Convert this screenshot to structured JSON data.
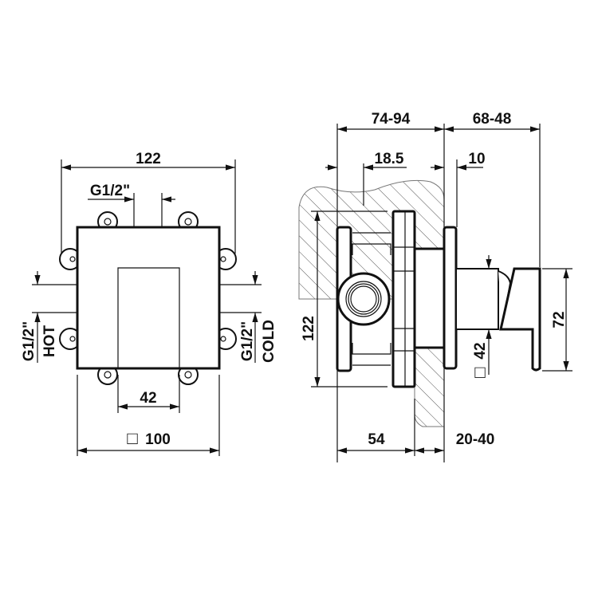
{
  "front_view": {
    "width_overall": "122",
    "inlet_spacing": "G1/2\"",
    "hot_thread": "G1/2\"",
    "hot_label": "HOT",
    "cold_thread": "G1/2\"",
    "cold_label": "COLD",
    "handle_width": "42",
    "plate_size": "100",
    "square_symbol": "□"
  },
  "side_view": {
    "wall_depth": "74-94",
    "projection": "68-48",
    "inlet_offset": "18.5",
    "plate_thickness": "10",
    "body_height": "122",
    "handle_height": "72",
    "spindle_size": "42",
    "square_symbol": "□",
    "body_depth": "54",
    "tile_range": "20-40"
  }
}
